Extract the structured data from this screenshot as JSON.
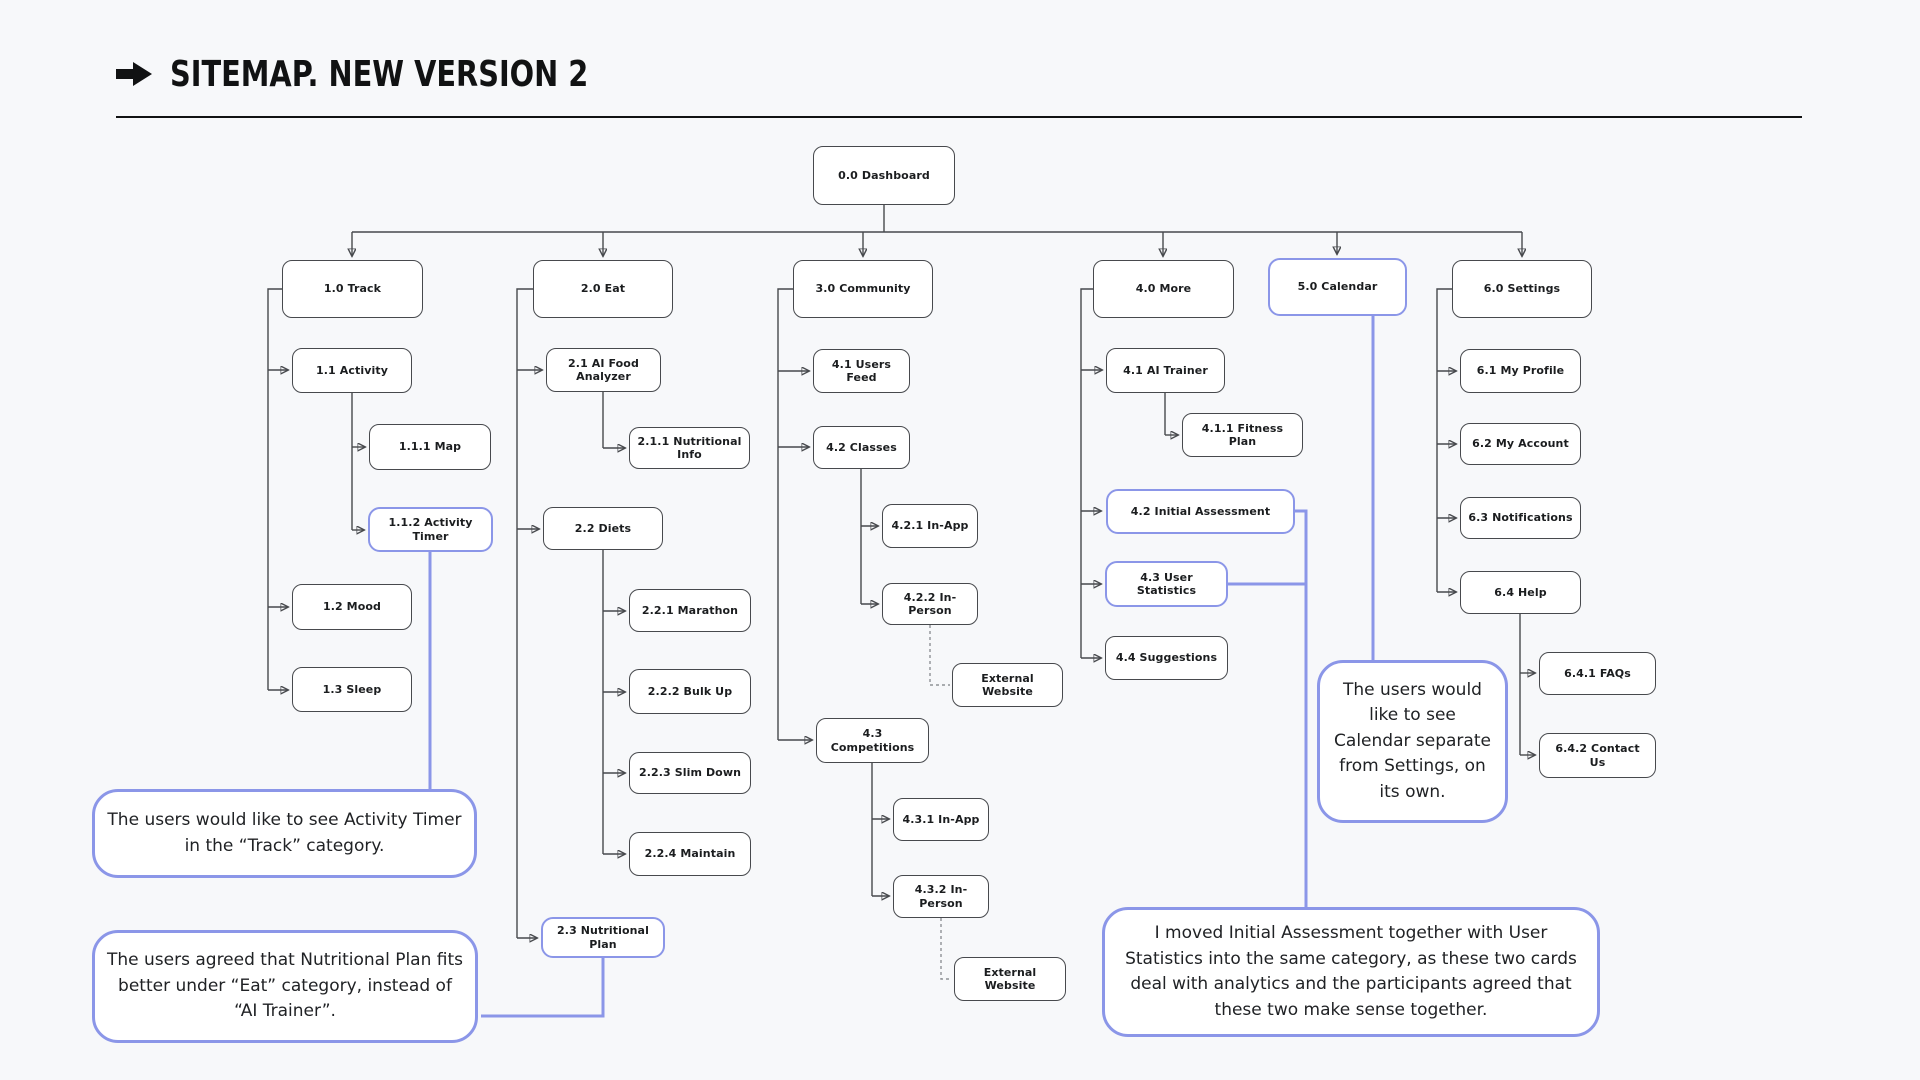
{
  "title": {
    "text": "SITEMAP. NEW VERSION 2"
  },
  "nodes": {
    "dashboard": "0.0 Dashboard",
    "track": "1.0 Track",
    "activity": "1.1 Activity",
    "map": "1.1.1 Map",
    "activity_timer": "1.1.2 Activity Timer",
    "mood": "1.2 Mood",
    "sleep": "1.3 Sleep",
    "eat": "2.0 Eat",
    "ai_food_analyzer": "2.1 AI Food Analyzer",
    "nutritional_info": "2.1.1 Nutritional Info",
    "diets": "2.2 Diets",
    "marathon": "2.2.1 Marathon",
    "bulk_up": "2.2.2 Bulk Up",
    "slim_down": "2.2.3 Slim Down",
    "maintain": "2.2.4 Maintain",
    "nutritional_plan": "2.3 Nutritional Plan",
    "community": "3.0 Community",
    "users_feed": "4.1 Users Feed",
    "classes": "4.2 Classes",
    "classes_in_app": "4.2.1 In-App",
    "classes_in_person": "4.2.2 In-Person",
    "external_website_1": "External Website",
    "competitions": "4.3 Competitions",
    "competitions_in_app": "4.3.1 In-App",
    "competitions_in_person": "4.3.2 In-Person",
    "external_website_2": "External Website",
    "more": "4.0 More",
    "ai_trainer": "4.1 AI Trainer",
    "fitness_plan": "4.1.1 Fitness Plan",
    "initial_assessment": "4.2 Initial Assessment",
    "user_statistics": "4.3 User Statistics",
    "suggestions": "4.4 Suggestions",
    "calendar": "5.0 Calendar",
    "settings": "6.0 Settings",
    "my_profile": "6.1 My Profile",
    "my_account": "6.2 My Account",
    "notifications": "6.3 Notifications",
    "help": "6.4 Help",
    "faqs": "6.4.1 FAQs",
    "contact_us": "6.4.2 Contact Us"
  },
  "annotations": {
    "activity_timer_note": "The users would like to see Activity Timer in the “Track” category.",
    "nutritional_plan_note": "The users agreed that Nutritional Plan fits better under “Eat” category, instead of “AI Trainer”.",
    "calendar_note": "The users would like to see Calendar separate from Settings, on its own.",
    "analytics_note": "I moved Initial Assessment together with User Statistics into the same category, as these two cards deal with analytics and the participants agreed that these two make sense together."
  },
  "colors": {
    "highlight": "#8b96e8",
    "node_border": "#47494d",
    "background": "#f7f8fa",
    "text": "#1b1d1f"
  }
}
